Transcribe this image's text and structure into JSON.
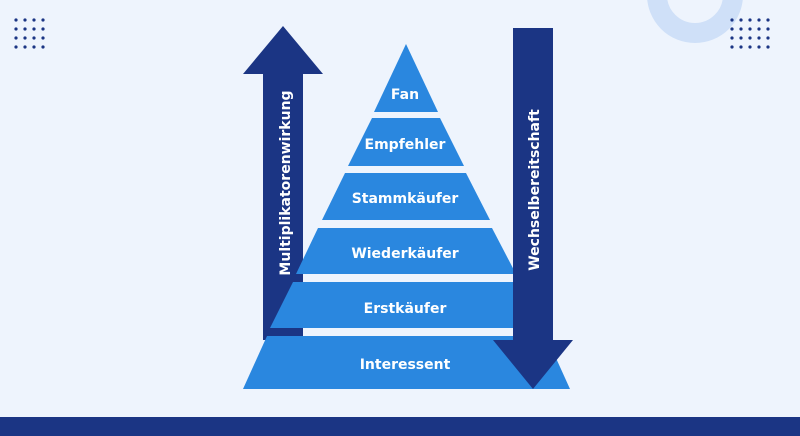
{
  "pyramid": {
    "tiers": [
      "Fan",
      "Empfehler",
      "Stammkäufer",
      "Wiederkäufer",
      "Erstkäufer",
      "Interessent"
    ]
  },
  "arrows": {
    "left_label": "Multiplikatorenwirkung",
    "right_label": "Wechselbereitschaft"
  },
  "colors": {
    "background": "#eef4fd",
    "pyramid": "#2a87df",
    "arrow": "#1b3584",
    "dots": "#1b3584",
    "circle": "#cfe0f8"
  }
}
